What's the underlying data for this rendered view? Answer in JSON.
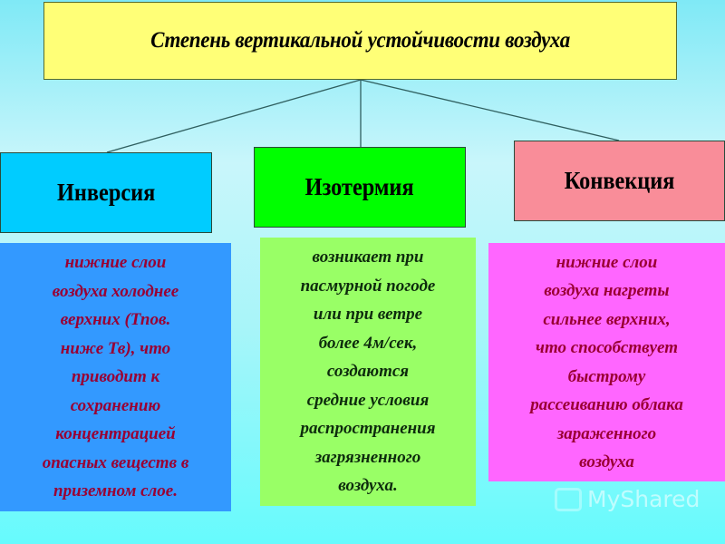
{
  "title": "Степень вертикальной устойчивости воздуха",
  "categories": [
    {
      "name": "Инверсия",
      "header_color": "#00ccff",
      "desc_color": "#3399ff",
      "text_color": "#990033",
      "description_lines": [
        "нижние слои",
        "воздуха холоднее",
        "верхних (Тпов.",
        "ниже Тв), что",
        "приводит к",
        "сохранению",
        "концентрацией",
        "опасных веществ в",
        "приземном слое."
      ]
    },
    {
      "name": "Изотермия",
      "header_color": "#00ff00",
      "desc_color": "#99ff66",
      "text_color": "#0d2b0d",
      "description_lines": [
        "возникает при",
        "пасмурной погоде",
        "или при ветре",
        "более 4м/сек,",
        "создаются",
        "средние условия",
        "распространения",
        "загрязненного",
        "воздуха."
      ]
    },
    {
      "name": "Конвекция",
      "header_color": "#f98d99",
      "desc_color": "#ff66ff",
      "text_color": "#990033",
      "description_lines": [
        "нижние слои",
        "воздуха нагреты",
        "сильнее верхних,",
        "что способствует",
        "быстрому",
        "рассеиванию облака",
        "зараженного",
        "воздуха"
      ]
    }
  ],
  "watermark": {
    "text": "MyShared",
    "icon": "myshared-logo-icon"
  }
}
